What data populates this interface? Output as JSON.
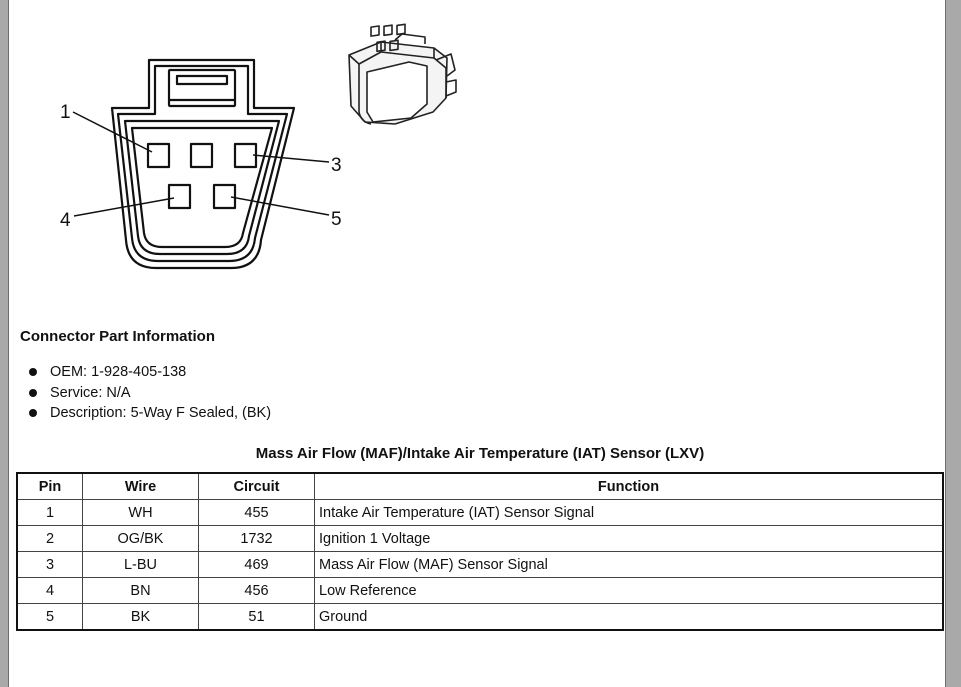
{
  "diagram": {
    "pin_labels": [
      "1",
      "3",
      "4",
      "5"
    ]
  },
  "connector_info": {
    "heading": "Connector Part Information",
    "items": [
      "OEM: 1-928-405-138",
      "Service: N/A",
      "Description: 5-Way F Sealed, (BK)"
    ]
  },
  "pinout_table": {
    "title": "Mass Air Flow (MAF)/Intake Air Temperature (IAT) Sensor (LXV)",
    "headers": [
      "Pin",
      "Wire",
      "Circuit",
      "Function"
    ],
    "rows": [
      {
        "pin": "1",
        "wire": "WH",
        "circuit": "455",
        "function": "Intake Air Temperature (IAT) Sensor Signal"
      },
      {
        "pin": "2",
        "wire": "OG/BK",
        "circuit": "1732",
        "function": "Ignition 1 Voltage"
      },
      {
        "pin": "3",
        "wire": "L-BU",
        "circuit": "469",
        "function": "Mass Air Flow (MAF) Sensor Signal"
      },
      {
        "pin": "4",
        "wire": "BN",
        "circuit": "456",
        "function": "Low Reference"
      },
      {
        "pin": "5",
        "wire": "BK",
        "circuit": "51",
        "function": "Ground"
      }
    ]
  }
}
